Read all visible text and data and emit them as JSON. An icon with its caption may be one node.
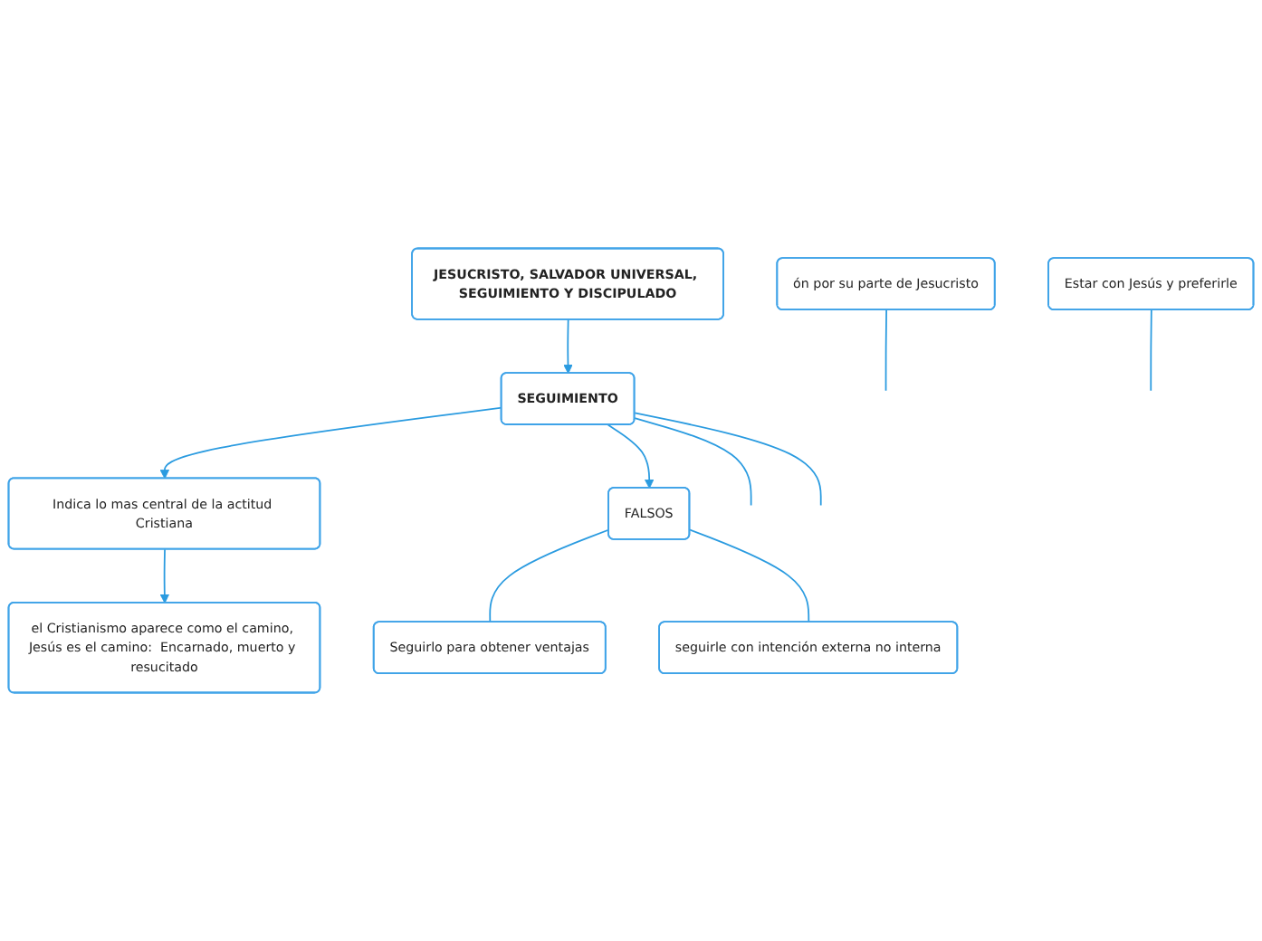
{
  "diagram": {
    "nodes": [
      {
        "text": [
          "JESUCRISTO, SALVADOR UNIVERSAL, SEGUIMIENTO Y DISCIPULADO"
        ]
      },
      {
        "text": [
          "SEGUIMIENTO"
        ]
      },
      {
        "text": [
          "Indica lo mas central de la actitud Cristiana"
        ]
      },
      {
        "text": [
          "el Cristianismo aparece como el camino, Jesús es el camino:  Encarnado, muerto y resucitado"
        ]
      },
      {
        "text": [
          "FALSOS"
        ]
      },
      {
        "text": [
          "Seguirlo para obtener ventajas"
        ]
      },
      {
        "text": [
          "seguirle con intención externa no interna"
        ]
      },
      {
        "text": [
          "ón por su parte de Jesucristo"
        ]
      },
      {
        "text": [
          "Estar con Jesús y preferirle"
        ]
      }
    ],
    "edges": [
      {
        "from": 0,
        "to": 1,
        "arrow": "to"
      },
      {
        "from": 1,
        "to": 2,
        "arrow": "to"
      },
      {
        "from": 2,
        "to": 3,
        "arrow": "to"
      },
      {
        "from": 1,
        "to": 4,
        "arrow": "to"
      },
      {
        "from": 1,
        "to": null,
        "arrow": "none"
      },
      {
        "from": 1,
        "to": null,
        "arrow": "none"
      },
      {
        "from": 4,
        "to": 5,
        "arrow": "none"
      },
      {
        "from": 4,
        "to": 6,
        "arrow": "none"
      },
      {
        "from": 7,
        "to": null,
        "arrow": "none"
      },
      {
        "from": 8,
        "to": null,
        "arrow": "none"
      }
    ]
  }
}
